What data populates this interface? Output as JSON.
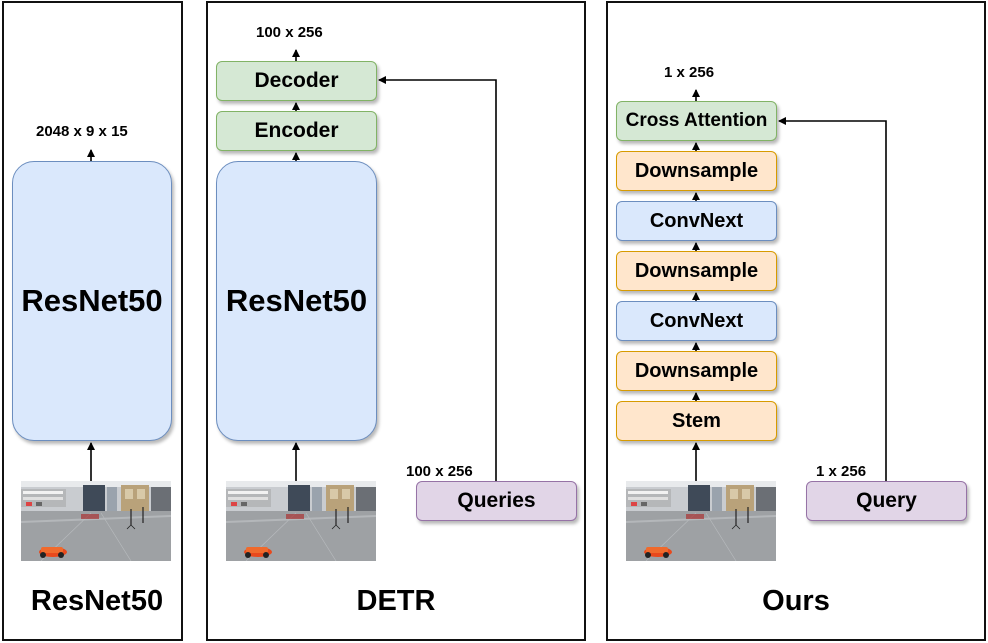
{
  "panels": {
    "resnet": {
      "title": "ResNet50",
      "backbone_label": "ResNet50",
      "output_dim": "2048 x 9 x 15"
    },
    "detr": {
      "title": "DETR",
      "backbone_label": "ResNet50",
      "encoder_label": "Encoder",
      "decoder_label": "Decoder",
      "output_dim": "100 x 256",
      "queries_label": "Queries",
      "queries_dim": "100 x 256"
    },
    "ours": {
      "title": "Ours",
      "stem_label": "Stem",
      "downsample_label": "Downsample",
      "convnext_label": "ConvNext",
      "cross_attention_label": "Cross Attention",
      "output_dim": "1 x 256",
      "query_label": "Query",
      "query_dim": "1 x 256"
    }
  },
  "colors": {
    "backbone_fill": "#dae8fc",
    "transformer_fill": "#d5e8d4",
    "downsample_fill": "#ffe6cc",
    "query_fill": "#e1d5e7",
    "robot_car": "#e8491c"
  },
  "input_image": {
    "icon": "lab-scene-robot-car-photo"
  }
}
